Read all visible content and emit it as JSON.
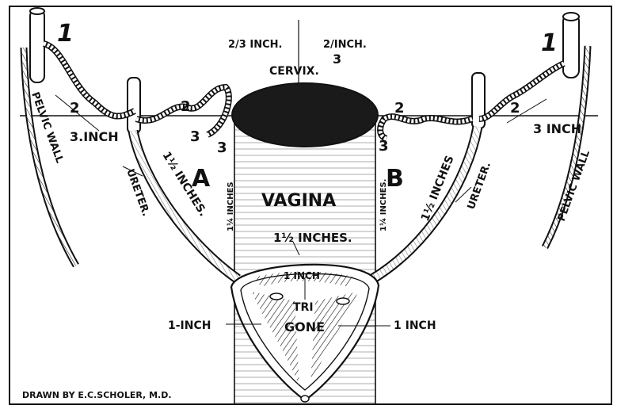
{
  "labels": {
    "num_1_left": "1",
    "num_1_right": "1",
    "frac_top_left": "2/3 INCH.",
    "frac_top_right": "2/INCH.",
    "frac_top_right_3": "3",
    "cervix": "CERVIX.",
    "pelvic_wall_left": "PELVIC WALL",
    "pelvic_wall_right": "PELVIC WALL",
    "frac_left_2": "2",
    "frac_left_3inch": "3.INCH",
    "frac_right_2": "2",
    "frac_right_3inch": "3 INCH",
    "ureter_left": "URETER.",
    "ureter_right": "URETER.",
    "inches_left": "1½ INCHES.",
    "inches_right": "1½ INCHES",
    "letter_a": "A",
    "letter_b": "B",
    "vagina": "VAGINA",
    "quarter_left": "1¼ INCHES",
    "quarter_right": "1¼ INCHES.",
    "inches_center": "1½ INCHES.",
    "one_inch_top": "1 INCH",
    "tri": "TRI",
    "gone": "GONE",
    "one_inch_left": "1-INCH",
    "one_inch_right": "1 INCH",
    "loop_2_left": "2",
    "loop_3_left": "3",
    "loop_3_left_b": "3",
    "loop_2_right": "2",
    "loop_3_right": "3",
    "credit": "DRAWN BY E.C.SCHOLER, M.D."
  },
  "colors": {
    "ink": "#111111",
    "paper": "#ffffff"
  }
}
